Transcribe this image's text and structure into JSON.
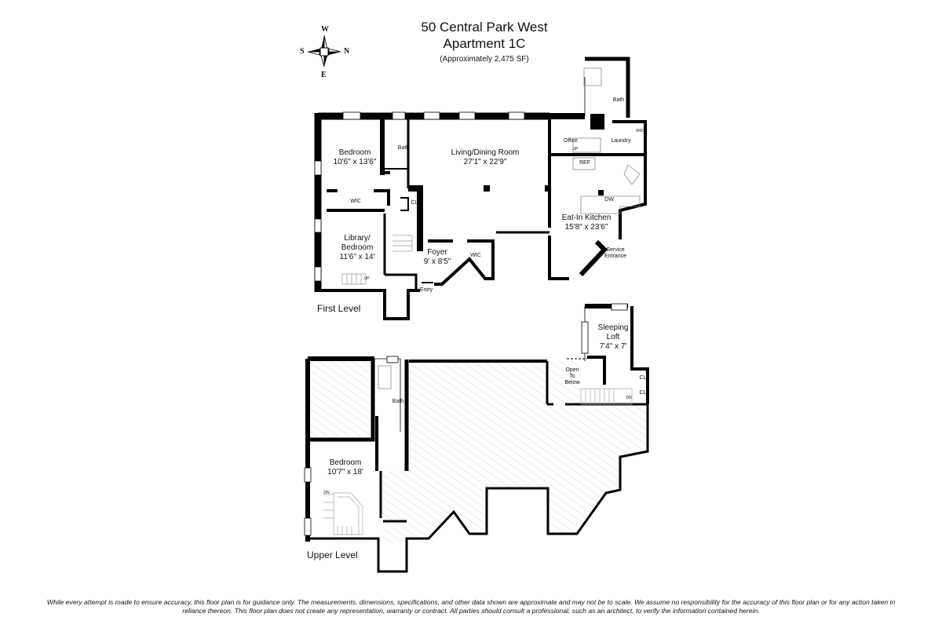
{
  "header": {
    "title_line1": "50 Central Park West",
    "title_line2": "Apartment 1C",
    "subtitle": "(Approximately 2,475 SF)"
  },
  "compass": {
    "top": "W",
    "left": "S",
    "right": "N",
    "bottom": "E"
  },
  "first_level": {
    "label": "First Level",
    "rooms": [
      {
        "name": "Bedroom",
        "dims": "10'6\" x 13'6\""
      },
      {
        "name": "Library/",
        "name2": "Bedroom",
        "dims": "11'6\" x 14'"
      },
      {
        "name": "Living/Dining Room",
        "dims": "27'1\" x 22'9\""
      },
      {
        "name": "Foyer",
        "dims": "9' x 8'5\""
      },
      {
        "name": "Eat-In Kitchen",
        "dims": "15'8\" x 23'6\""
      }
    ],
    "labels": {
      "bath1": "Bath",
      "wic1": "WIC",
      "cl1": "CL",
      "wic2": "WIC",
      "entry": "Entry",
      "up1": "UP",
      "office": "Office",
      "up2": "UP",
      "laundry": "Laundry",
      "wd": "W/D",
      "bath2": "Bath",
      "ref": "REF",
      "dw": "DW",
      "service1": "Service",
      "service2": "Entrance"
    }
  },
  "upper_level": {
    "label": "Upper Level",
    "rooms": [
      {
        "name": "Bedroom",
        "dims": "10'7\" x 18'"
      },
      {
        "name": "Sleeping",
        "name2": "Loft",
        "dims": "7'4\" x 7'"
      }
    ],
    "labels": {
      "bath": "Bath",
      "dn1": "DN",
      "open1": "Open",
      "open2": "To",
      "open3": "Below",
      "dn2": "DN",
      "cl1": "CL",
      "cl2": "CL"
    }
  },
  "disclaimer": {
    "line1": "While every attempt is made to ensure accuracy, this floor plan is for guidance only. The measurements, dimensions, specifications, and other data shown are approximate and may not be to scale. We assume no responsibility for the accuracy of this floor plan or for any action taken in",
    "line2": "reliance thereon. This floor plan does not create any representation, warranty or contract. All parties should consult a professional, such as an architect, to verify the information contained herein."
  }
}
